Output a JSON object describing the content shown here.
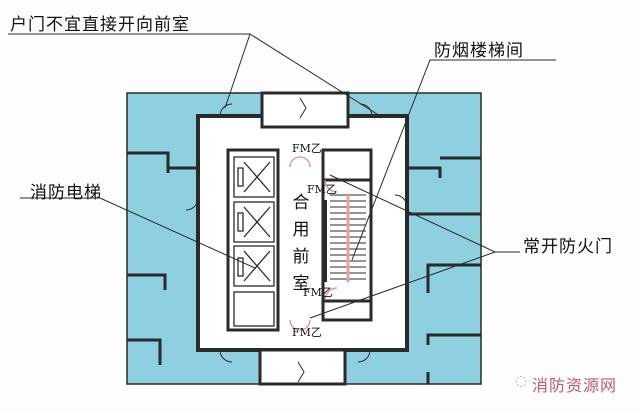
{
  "labels": {
    "door_note": "户门不宜直接开向前室",
    "smokeproof_stair": "防烟楼梯间",
    "fire_elevator": "消防电梯",
    "fire_door": "常开防火门",
    "shared_anteroom": [
      "合",
      "用",
      "前",
      "室"
    ]
  },
  "door_codes": [
    "FM乙",
    "FM乙",
    "FM乙",
    "FM乙"
  ],
  "watermark": "消防资源网",
  "colors": {
    "floor_blue": "#8fd0e0",
    "wall": "#2a2a2a",
    "door_red": "#e08a8a"
  }
}
